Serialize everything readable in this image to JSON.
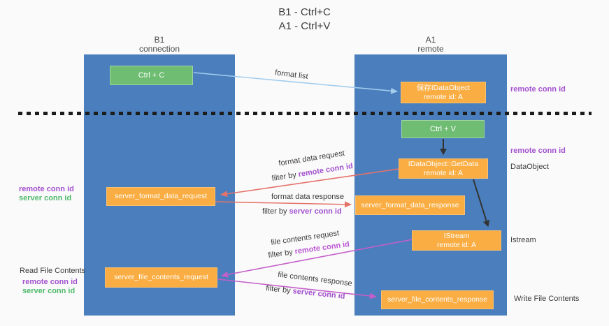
{
  "title": {
    "line1": "B1 - Ctrl+C",
    "line2": "A1 - Ctrl+V"
  },
  "columns": {
    "left": {
      "name": "B1",
      "role": "connection"
    },
    "right": {
      "name": "A1",
      "role": "remote"
    }
  },
  "boxes": {
    "ctrl_c": "Ctrl + C",
    "ctrl_v": "Ctrl + V",
    "save_dataobject": "保存IDataObject\nremote id: A",
    "getdata": "IDataObject::GetData\nremote id: A",
    "istream": "IStream\nremote id: A",
    "format_request": "server_format_data_request",
    "format_response": "server_format_data_response",
    "file_request": "server_file_contents_request",
    "file_response": "server_file_contents_response"
  },
  "arrow_labels": {
    "format_list": "format list",
    "format_data_request": "format data request",
    "format_data_response": "format data response",
    "file_contents_request": "file contents request",
    "file_contents_response": "file contents response",
    "filter_prefix": "filter by ",
    "remote_conn_id": "remote conn id",
    "server_conn_id": "server conn id"
  },
  "side_labels": {
    "right_remote_conn_id_top": "remote conn id",
    "right_remote_conn_id_mid": "remote conn id",
    "dataobject": "DataObject",
    "istream": "Istream",
    "write_file_contents": "Write File Contents",
    "left_remote_conn_id": "remote conn id",
    "left_server_conn_id": "server conn id",
    "read_file_contents": "Read File Contents",
    "left_remote_conn_id_2": "remote conn id",
    "left_server_conn_id_2": "server conn id"
  },
  "colors": {
    "column_blue": "#4a7ebc",
    "box_green": "#6ebd72",
    "box_orange": "#f9ad42",
    "arrow_lightblue": "#a3cdee",
    "arrow_red": "#e5736b",
    "arrow_magenta": "#c45fc9",
    "arrow_black": "#333333",
    "text_purple": "#a352cf",
    "text_magenta": "#bb55d2",
    "text_green": "#4eb96b"
  }
}
